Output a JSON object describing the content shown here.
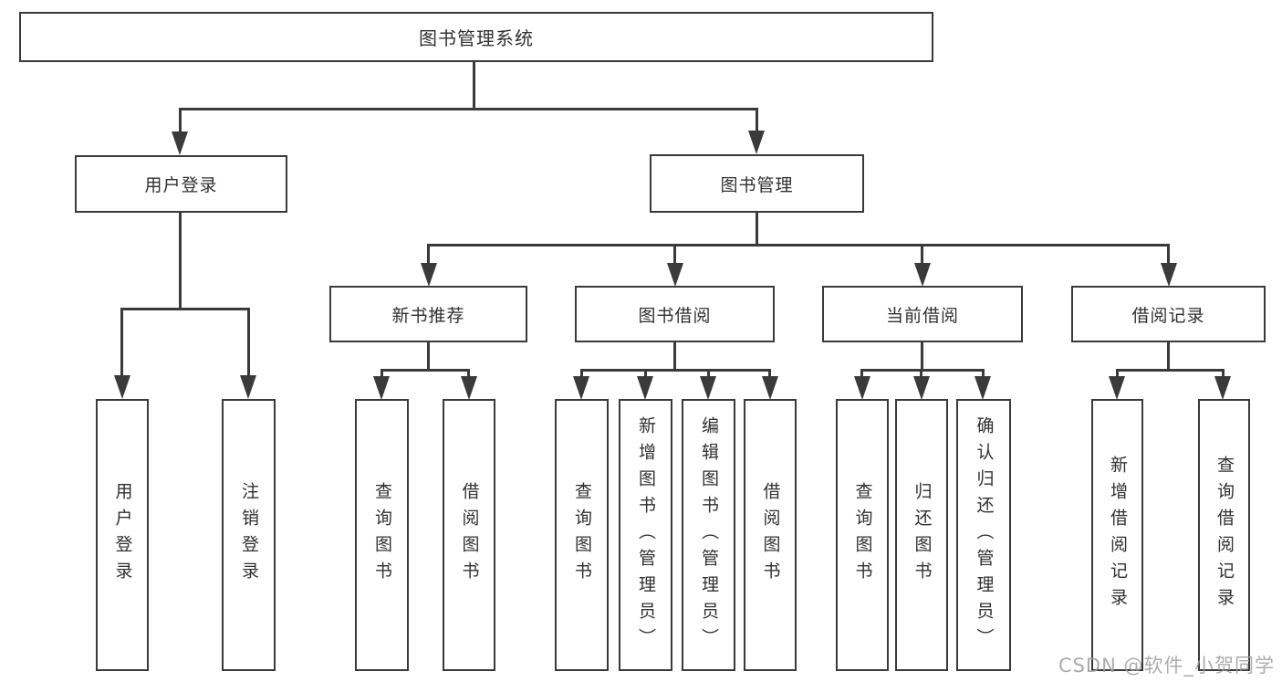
{
  "root": "图书管理系统",
  "level2": {
    "user_login": "用户登录",
    "book_mgmt": "图书管理"
  },
  "level3": {
    "new_books": "新书推荐",
    "book_borrow": "图书借阅",
    "current_borrow": "当前借阅",
    "borrow_records": "借阅记录"
  },
  "leaves": {
    "login": [
      "用户登录",
      "注销登录"
    ],
    "new_books": [
      "查询图书",
      "借阅图书"
    ],
    "book_borrow": [
      "查询图书",
      "新增图书（管理员）",
      "编辑图书（管理员）",
      "借阅图书"
    ],
    "current_borrow": [
      "查询图书",
      "归还图书",
      "确认归还（管理员）"
    ],
    "borrow_records": [
      "新增借阅记录",
      "查询借阅记录"
    ]
  },
  "watermark": "CSDN @软件_小贺同学",
  "colors": {
    "line": "#3a3a3a",
    "text": "#303030",
    "watermark": "#9e9e9e",
    "background": "#ffffff"
  }
}
